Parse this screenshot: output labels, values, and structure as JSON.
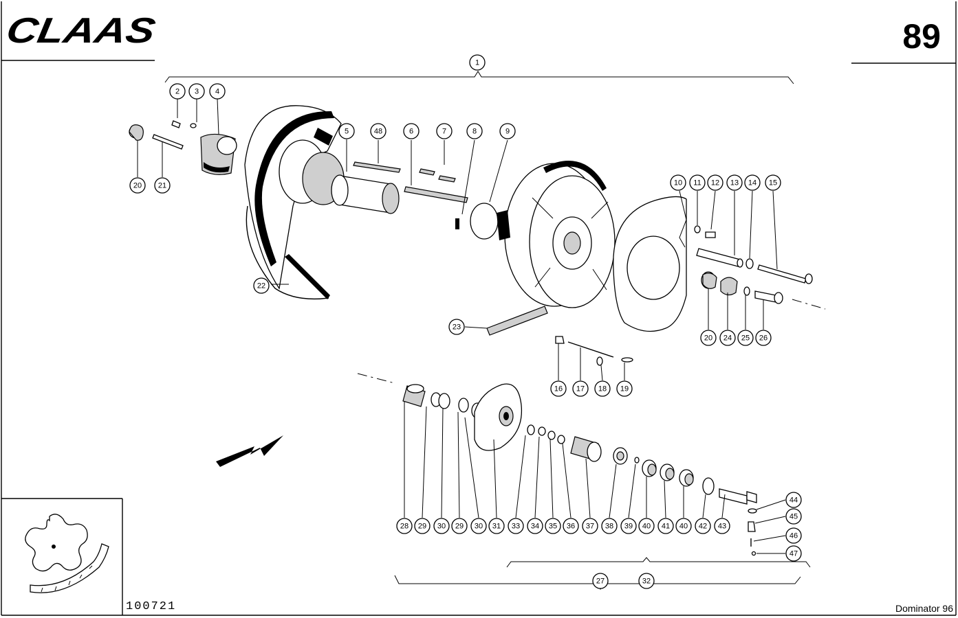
{
  "header": {
    "brand_logo": "CLAAS",
    "page_number": "89"
  },
  "footer": {
    "drawing_number": "100721",
    "model": "Dominator 96"
  },
  "callouts": [
    {
      "id": "c1",
      "label": "1"
    },
    {
      "id": "c2",
      "label": "2"
    },
    {
      "id": "c3",
      "label": "3"
    },
    {
      "id": "c4",
      "label": "4"
    },
    {
      "id": "c48",
      "label": "48"
    },
    {
      "id": "c5",
      "label": "5"
    },
    {
      "id": "c6",
      "label": "6"
    },
    {
      "id": "c7",
      "label": "7"
    },
    {
      "id": "c8",
      "label": "8"
    },
    {
      "id": "c9",
      "label": "9"
    },
    {
      "id": "c20a",
      "label": "20"
    },
    {
      "id": "c21",
      "label": "21"
    },
    {
      "id": "c22",
      "label": "22"
    },
    {
      "id": "c23",
      "label": "23"
    },
    {
      "id": "c10",
      "label": "10"
    },
    {
      "id": "c11",
      "label": "11"
    },
    {
      "id": "c12",
      "label": "12"
    },
    {
      "id": "c13",
      "label": "13"
    },
    {
      "id": "c14",
      "label": "14"
    },
    {
      "id": "c15",
      "label": "15"
    },
    {
      "id": "c20b",
      "label": "20"
    },
    {
      "id": "c24",
      "label": "24"
    },
    {
      "id": "c25",
      "label": "25"
    },
    {
      "id": "c26",
      "label": "26"
    },
    {
      "id": "c16",
      "label": "16"
    },
    {
      "id": "c17",
      "label": "17"
    },
    {
      "id": "c18",
      "label": "18"
    },
    {
      "id": "c19",
      "label": "19"
    },
    {
      "id": "c28",
      "label": "28"
    },
    {
      "id": "c29a",
      "label": "29"
    },
    {
      "id": "c30a",
      "label": "30"
    },
    {
      "id": "c29b",
      "label": "29"
    },
    {
      "id": "c30b",
      "label": "30"
    },
    {
      "id": "c31",
      "label": "31"
    },
    {
      "id": "c33",
      "label": "33"
    },
    {
      "id": "c34",
      "label": "34"
    },
    {
      "id": "c35",
      "label": "35"
    },
    {
      "id": "c36",
      "label": "36"
    },
    {
      "id": "c37",
      "label": "37"
    },
    {
      "id": "c38",
      "label": "38"
    },
    {
      "id": "c39",
      "label": "39"
    },
    {
      "id": "c40a",
      "label": "40"
    },
    {
      "id": "c41",
      "label": "41"
    },
    {
      "id": "c40b",
      "label": "40"
    },
    {
      "id": "c42",
      "label": "42"
    },
    {
      "id": "c43",
      "label": "43"
    },
    {
      "id": "c44",
      "label": "44"
    },
    {
      "id": "c45",
      "label": "45"
    },
    {
      "id": "c46",
      "label": "46"
    },
    {
      "id": "c47",
      "label": "47"
    },
    {
      "id": "c27",
      "label": "27"
    },
    {
      "id": "c32",
      "label": "32"
    }
  ]
}
